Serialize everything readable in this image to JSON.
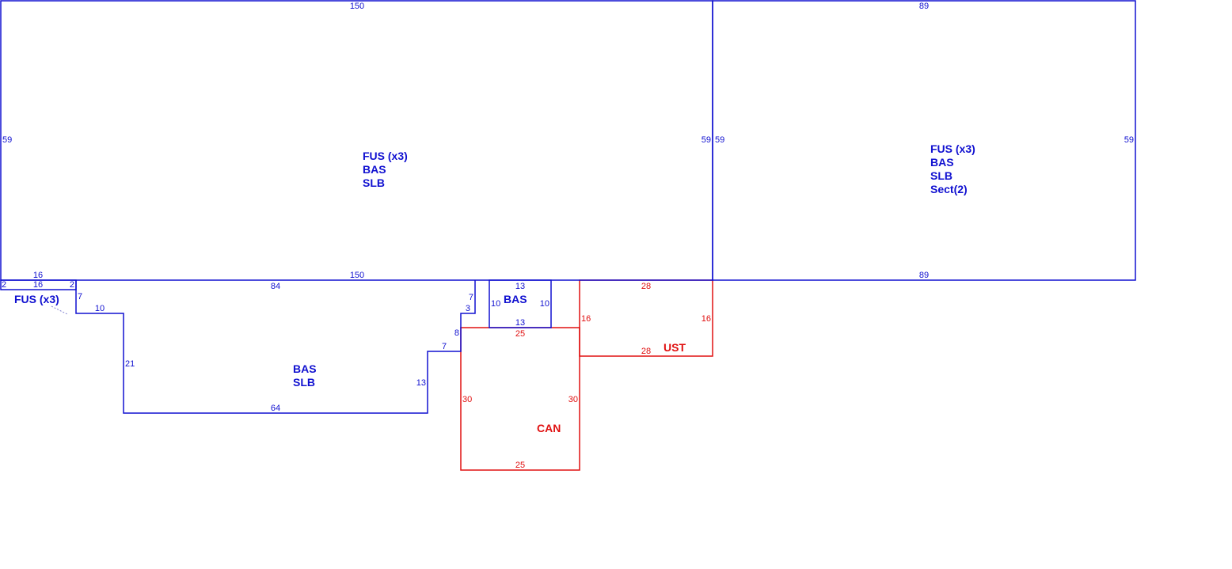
{
  "colors": {
    "living": "#1010d0",
    "non_living": "#e01010"
  },
  "areas": {
    "main": {
      "labels": [
        "FUS (x3)",
        "BAS",
        "SLB"
      ],
      "dims": {
        "top": "150",
        "bottom": "150",
        "left": "59",
        "right": "59"
      }
    },
    "east": {
      "labels": [
        "FUS (x3)",
        "BAS",
        "SLB",
        "Sect(2)"
      ],
      "dims": {
        "top": "89",
        "bottom": "89",
        "left": "59",
        "right": "59"
      }
    },
    "fus_small": {
      "labels": [
        "FUS (x3)"
      ],
      "dims": {
        "top": "16",
        "bottom": "16",
        "left": "2",
        "right": "2"
      }
    },
    "lower_bas": {
      "labels": [
        "BAS",
        "SLB"
      ],
      "dims": {
        "top": "84",
        "d7a": "7",
        "d10": "10",
        "d21": "21",
        "d64": "64",
        "d13": "13",
        "d7b": "7",
        "d8": "8",
        "d3": "3",
        "d7c": "7"
      }
    },
    "bas_small": {
      "labels": [
        "BAS"
      ],
      "dims": {
        "top": "13",
        "bottom": "13",
        "left": "10",
        "right": "10"
      }
    },
    "can": {
      "labels": [
        "CAN"
      ],
      "dims": {
        "top": "25",
        "bottom": "25",
        "left": "30",
        "right": "30"
      }
    },
    "ust": {
      "labels": [
        "UST"
      ],
      "dims": {
        "top": "28",
        "bottom": "28",
        "left": "16",
        "right": "16"
      }
    }
  }
}
